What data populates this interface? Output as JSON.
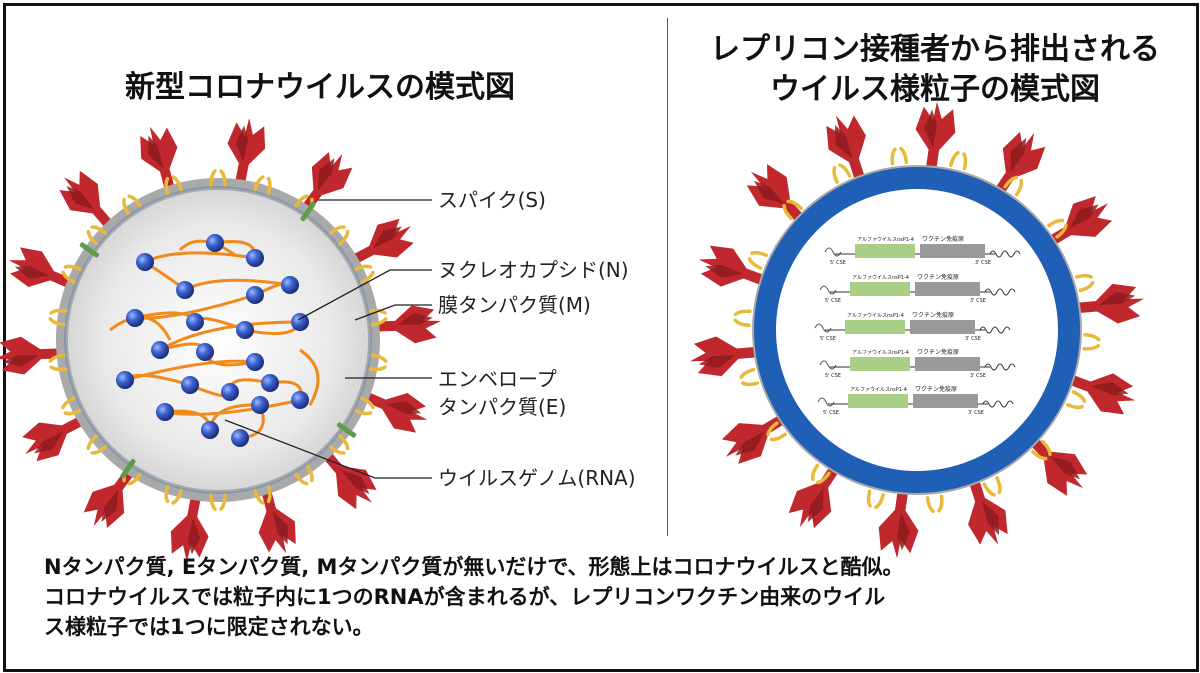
{
  "left_panel": {
    "title": "新型コロナウイルスの模式図",
    "labels": {
      "spike": "スパイク(S)",
      "nucleocapsid": "ヌクレオカプシド(N)",
      "membrane": "膜タンパク質(M)",
      "envelope_line1": "エンベロープ",
      "envelope_line2": "タンパク質(E)",
      "genome": "ウイルスゲノム(RNA)"
    }
  },
  "right_panel": {
    "title_line1": "レプリコン接種者から排出される",
    "title_line2": "ウイルス様粒子の模式図",
    "rna_construct": {
      "segment_left": "アルファウイルスnsP1-4",
      "segment_right": "ワクチン免疫原",
      "end_left": "5' CSE",
      "end_right": "3' CSE",
      "copies": 5
    }
  },
  "caption": {
    "line1": "Nタンパク質, Eタンパク質, Mタンパク質が無いだけで、形態上はコロナウイルスと酷似。",
    "line2": "コロナウイルスでは粒子内に1つのRNAが含まれるが、レプリコンワクチン由来のウイル",
    "line3": "ス様粒子では1つに限定されない。"
  },
  "colors": {
    "spike": "#c0282d",
    "spike_dark": "#8e1a1f",
    "envelope_ring": "#a9a9a9",
    "membrane_protein": "#e8b93a",
    "envelope_protein": "#5a9e4a",
    "nucleocapsid": "#2f53b8",
    "rna_strand": "#f08a1c",
    "replicon_ring": "#1f5fb5",
    "construct_green": "#a9cf86",
    "construct_gray": "#9a9a9a"
  }
}
